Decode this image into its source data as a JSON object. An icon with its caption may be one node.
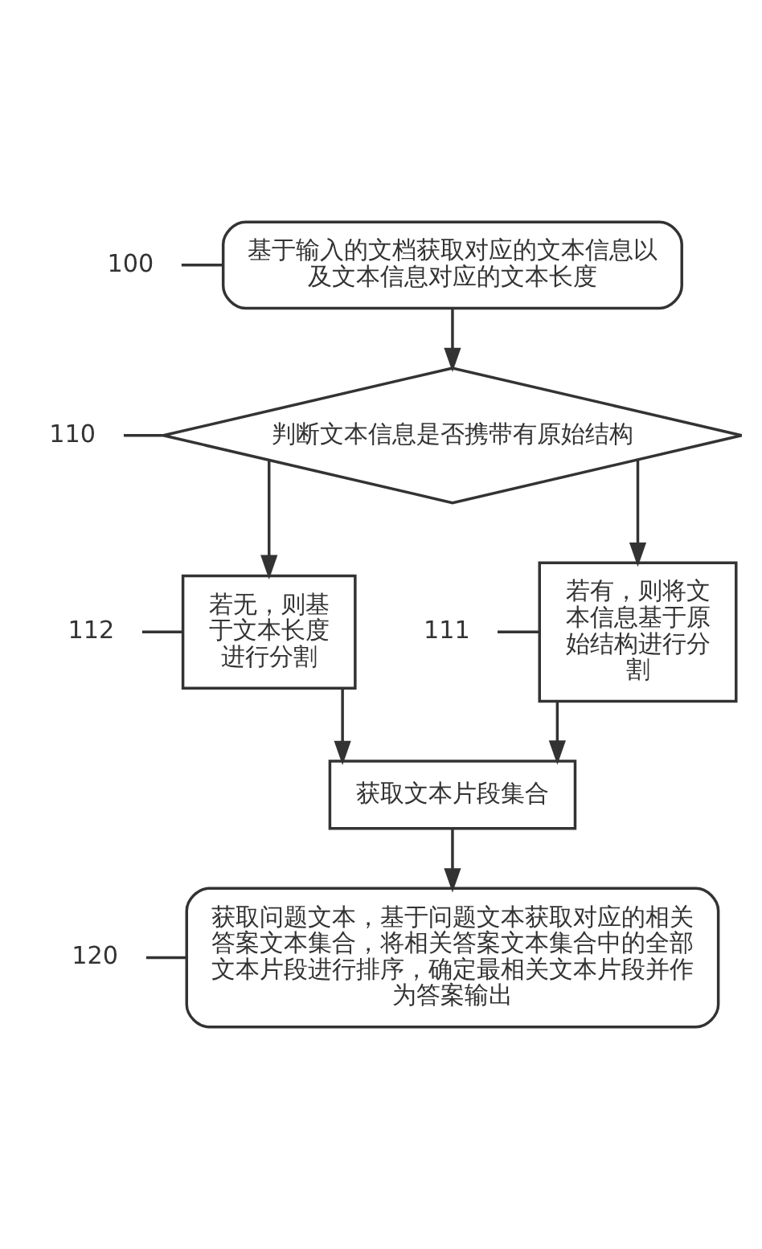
{
  "diagram": {
    "nodes": [
      {
        "text": [
          "基于输入的文档获取对应的文本信息以及文本信息对应的文本长度"
        ]
      },
      {
        "text": [
          "100"
        ]
      },
      {
        "text": [
          "判断文本信息是否携带有原始结构"
        ]
      },
      {
        "text": [
          "110"
        ]
      },
      {
        "text": [
          "若有，则将文本信息基于原始结构进行分割"
        ]
      },
      {
        "text": [
          "111"
        ]
      },
      {
        "text": [
          "若无，则基于文本长度进行分割"
        ]
      },
      {
        "text": [
          "112"
        ]
      },
      {
        "text": [
          "获取文本片段集合"
        ]
      },
      {
        "text": [
          "获取问题文本，基于问题文本获取对应的相关答案文本集合，将相关答案文本集合中的全部文本片段进行排序，确定最相关文本片段并作为答案输出"
        ]
      },
      {
        "text": [
          "120"
        ]
      }
    ],
    "edges": [
      {
        "from": 1,
        "to": 0,
        "arrow": "none"
      },
      {
        "from": 0,
        "to": 2,
        "arrow": "to"
      },
      {
        "from": 3,
        "to": 2,
        "arrow": "none"
      },
      {
        "from": 2,
        "to": 4,
        "arrow": "to"
      },
      {
        "from": 2,
        "to": 6,
        "arrow": "to"
      },
      {
        "from": 5,
        "to": 4,
        "arrow": "none"
      },
      {
        "from": 7,
        "to": 6,
        "arrow": "none"
      },
      {
        "from": 4,
        "to": 8,
        "arrow": "to"
      },
      {
        "from": 6,
        "to": 8,
        "arrow": "to"
      },
      {
        "from": 8,
        "to": 9,
        "arrow": "to"
      },
      {
        "from": 10,
        "to": 9,
        "arrow": "none"
      }
    ]
  }
}
